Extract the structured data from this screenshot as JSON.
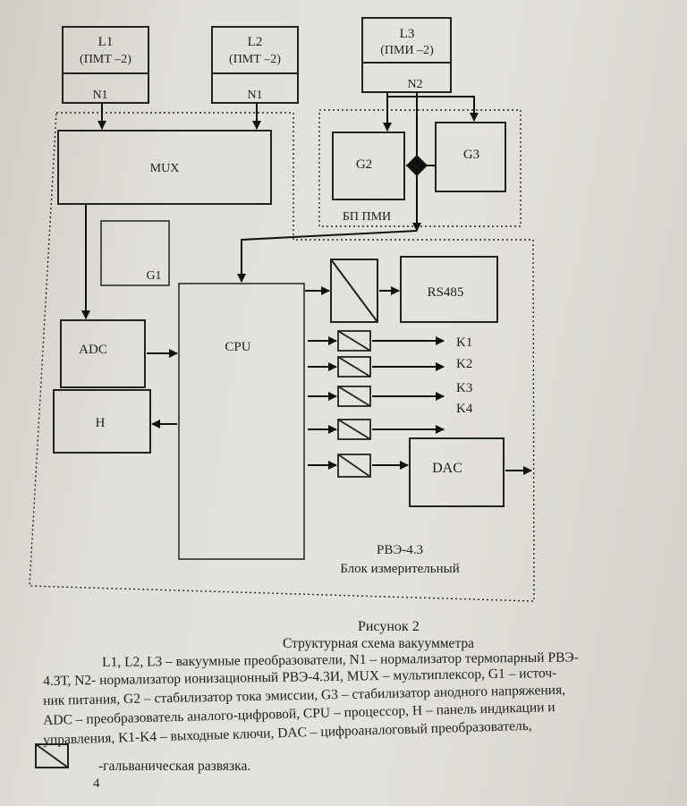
{
  "diagram": {
    "sensors": [
      {
        "name": "L1",
        "type": "(ПМТ –2)",
        "normalizer": "N1"
      },
      {
        "name": "L2",
        "type": "(ПМТ –2)",
        "normalizer": "N1"
      },
      {
        "name": "L3",
        "type": "(ПМИ –2)",
        "normalizer": "N2"
      }
    ],
    "blocks": {
      "mux": "MUX",
      "g1": "G1",
      "g2": "G2",
      "g3": "G3",
      "bp_pmi": "БП ПМИ",
      "adc": "ADC",
      "h": "H",
      "cpu": "CPU",
      "rs485": "RS485",
      "dac": "DAC"
    },
    "keys": [
      "K1",
      "K2",
      "K3",
      "K4"
    ],
    "unit_title": "РВЭ-4.3",
    "unit_subtitle": "Блок измерительный"
  },
  "caption": {
    "figure": "Рисунок  2",
    "title": "Структурная схема вакуумметра",
    "lines": [
      "L1, L2, L3 – вакуумные преобразователи, N1 – нормализатор термопарный РВЭ-",
      "4.3Т, N2- нормализатор ионизационный РВЭ-4.3И,  MUX – мультиплексор, G1 – источ-",
      "ник питания, G2 – стабилизатор тока эмиссии, G3 – стабилизатор анодного напряжения,",
      "ADC – преобразователь аналого-цифровой, CPU – процессор, H – панель индикации и",
      "управления, K1-K4 – выходные ключи, DAC – цифроаналоговый преобразователь,"
    ],
    "isolation": "-гальваническая развязка.",
    "page_number": "4"
  }
}
